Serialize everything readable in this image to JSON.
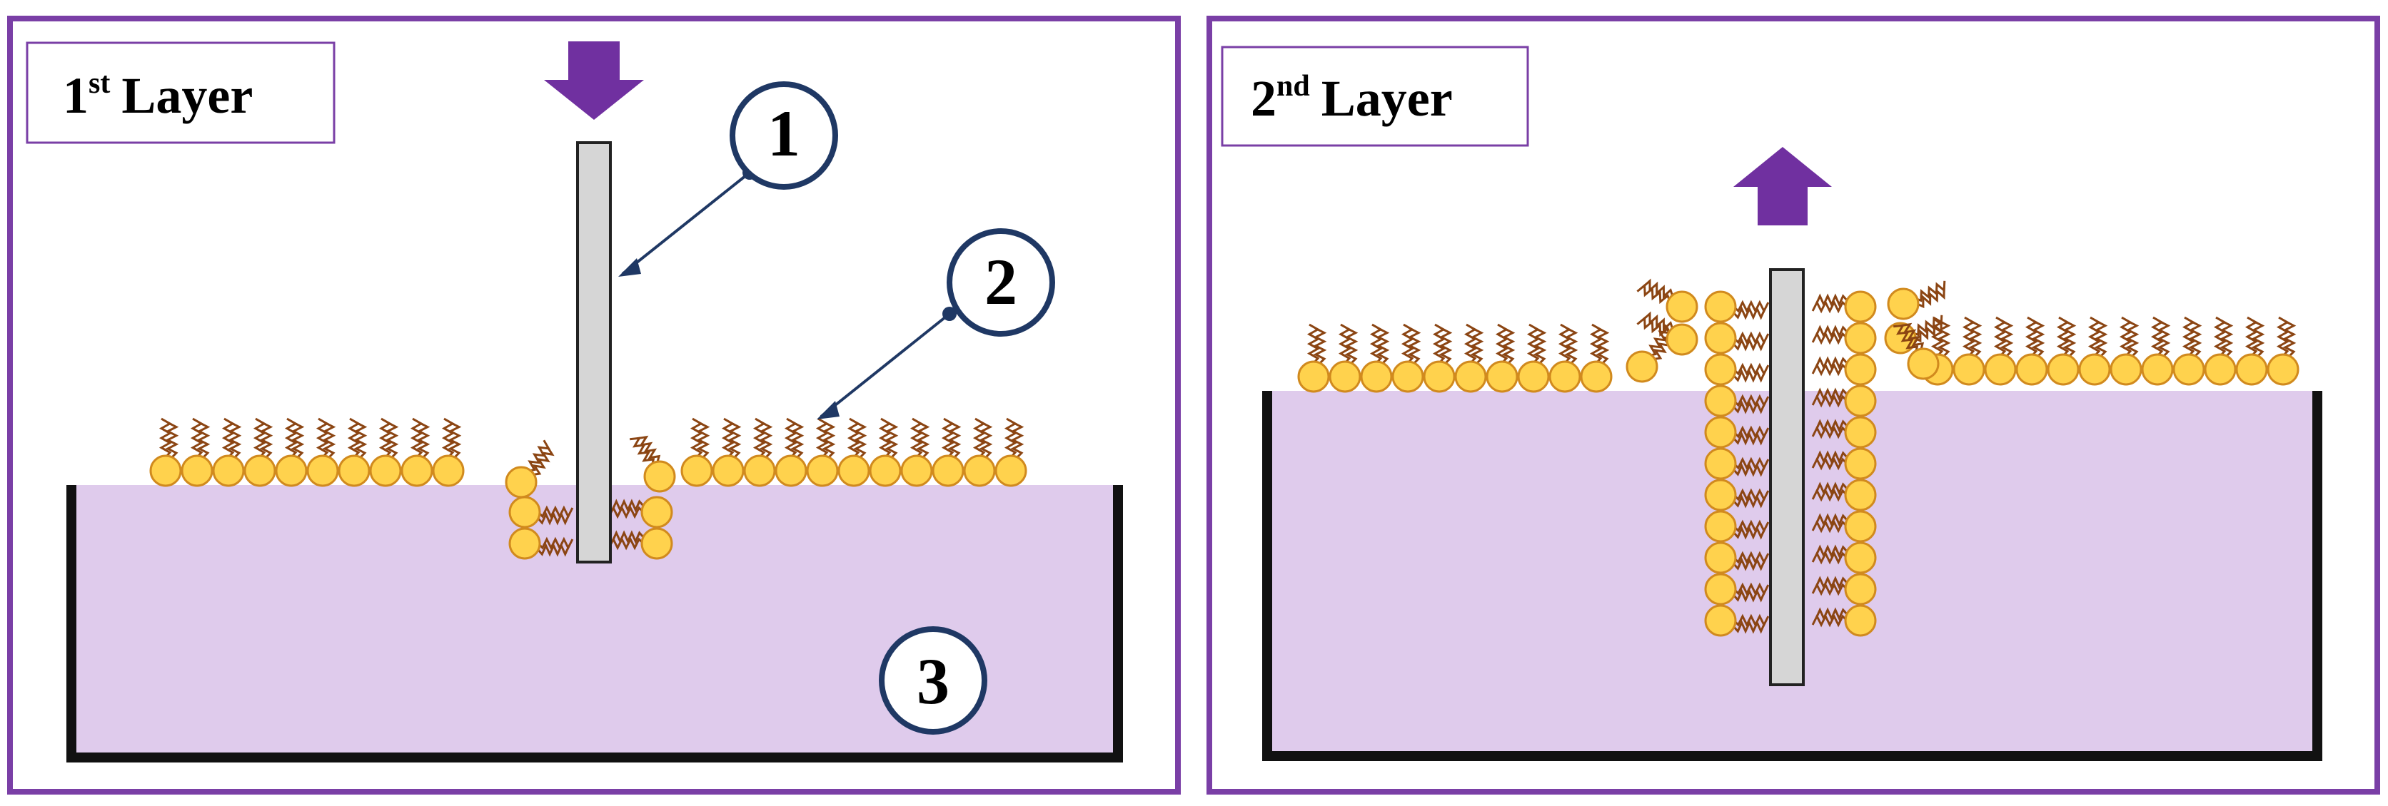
{
  "panels": [
    {
      "title": {
        "number": "1",
        "sup": "st",
        "word": "Layer"
      },
      "direction": "down"
    },
    {
      "title": {
        "number": "2",
        "sup": "nd",
        "word": "Layer"
      },
      "direction": "up"
    }
  ],
  "callouts": [
    {
      "number": "1",
      "refers_to": "substrate"
    },
    {
      "number": "2",
      "refers_to": "monolayer"
    },
    {
      "number": "3",
      "refers_to": "subphase"
    }
  ],
  "colors": {
    "frame": "#7a3fa6",
    "arrow": "#7030a0",
    "liquid": "#dfcbec",
    "trough": "#111111",
    "substrate": "#d6d6d6",
    "head_fill": "#ffd24d",
    "head_stroke": "#d18a1e",
    "tail": "#8b4513",
    "callout_stroke": "#1f3864"
  }
}
